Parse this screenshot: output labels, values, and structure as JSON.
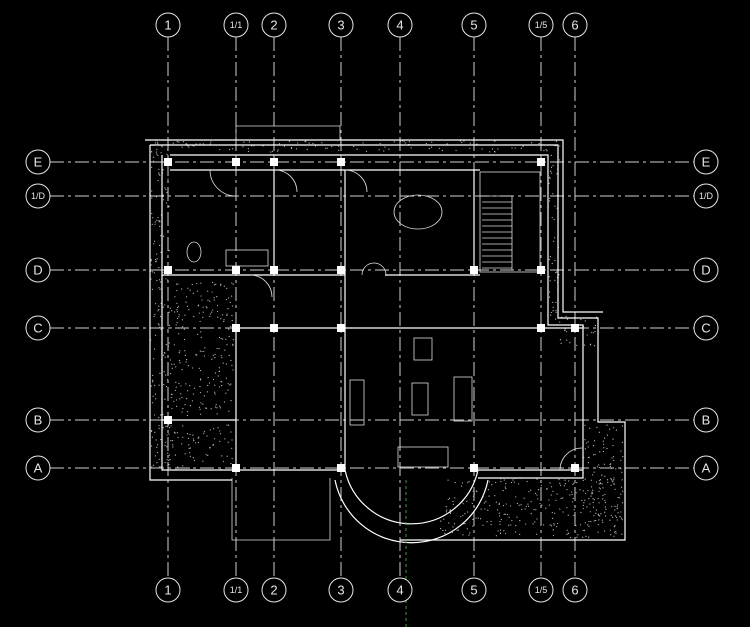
{
  "drawing": {
    "columns": [
      "1",
      "1/1",
      "2",
      "3",
      "4",
      "5",
      "1/5",
      "6"
    ],
    "rows": [
      "E",
      "1/D",
      "D",
      "C",
      "B",
      "A"
    ],
    "colors": {
      "background": "#000000",
      "lines": "#ffffff",
      "grid": "#cfcfcf",
      "accent": "#3a9a3a"
    }
  }
}
